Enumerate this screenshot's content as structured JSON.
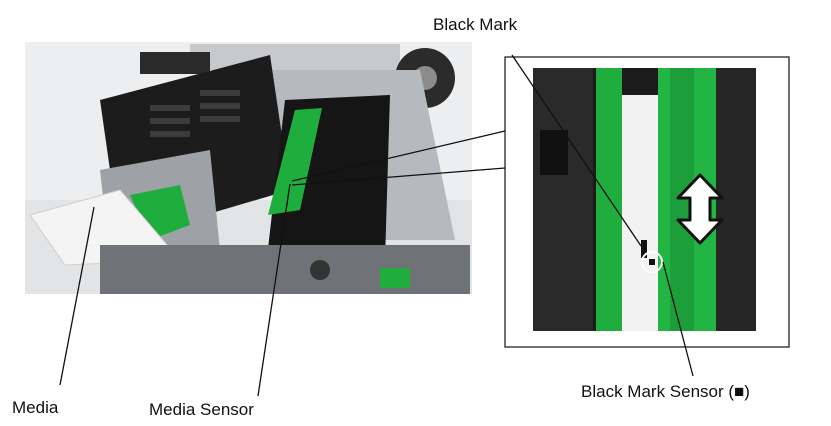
{
  "labels": {
    "black_mark": "Black Mark",
    "black_mark_sensor": "Black Mark Sensor (■)",
    "media": "Media",
    "media_sensor": "Media Sensor"
  },
  "colors": {
    "sensor_green": "#1fae3e",
    "body_black": "#1b1b1b",
    "frame_grey": "#b9bcbf",
    "media_white": "#f2f2f2"
  }
}
